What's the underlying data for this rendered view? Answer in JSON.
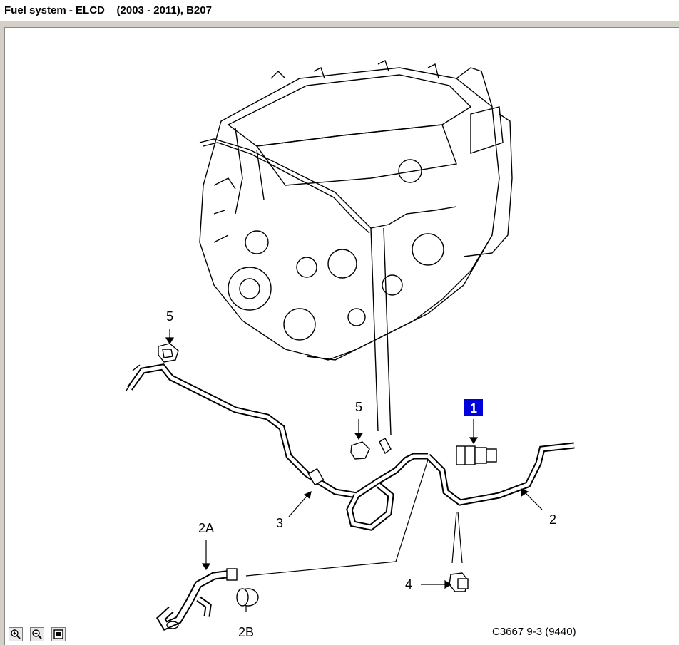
{
  "window": {
    "title": "Fuel system - ELCD    (2003 - 2011), B207"
  },
  "diagram": {
    "callouts": [
      {
        "id": "1",
        "text": "1",
        "highlighted": true,
        "highlight_color": "#0000dd"
      },
      {
        "id": "2",
        "text": "2"
      },
      {
        "id": "2A",
        "text": "2A"
      },
      {
        "id": "2B",
        "text": "2B"
      },
      {
        "id": "3",
        "text": "3"
      },
      {
        "id": "4",
        "text": "4"
      },
      {
        "id": "5a",
        "text": "5"
      },
      {
        "id": "5b",
        "text": "5"
      }
    ],
    "figure_code": "C3667 9-3 (9440)"
  },
  "toolbar": {
    "buttons": [
      {
        "name": "zoom-in",
        "icon": "magnifier-plus-icon"
      },
      {
        "name": "zoom-out",
        "icon": "magnifier-minus-icon"
      },
      {
        "name": "fit",
        "icon": "fit-window-icon"
      }
    ]
  }
}
